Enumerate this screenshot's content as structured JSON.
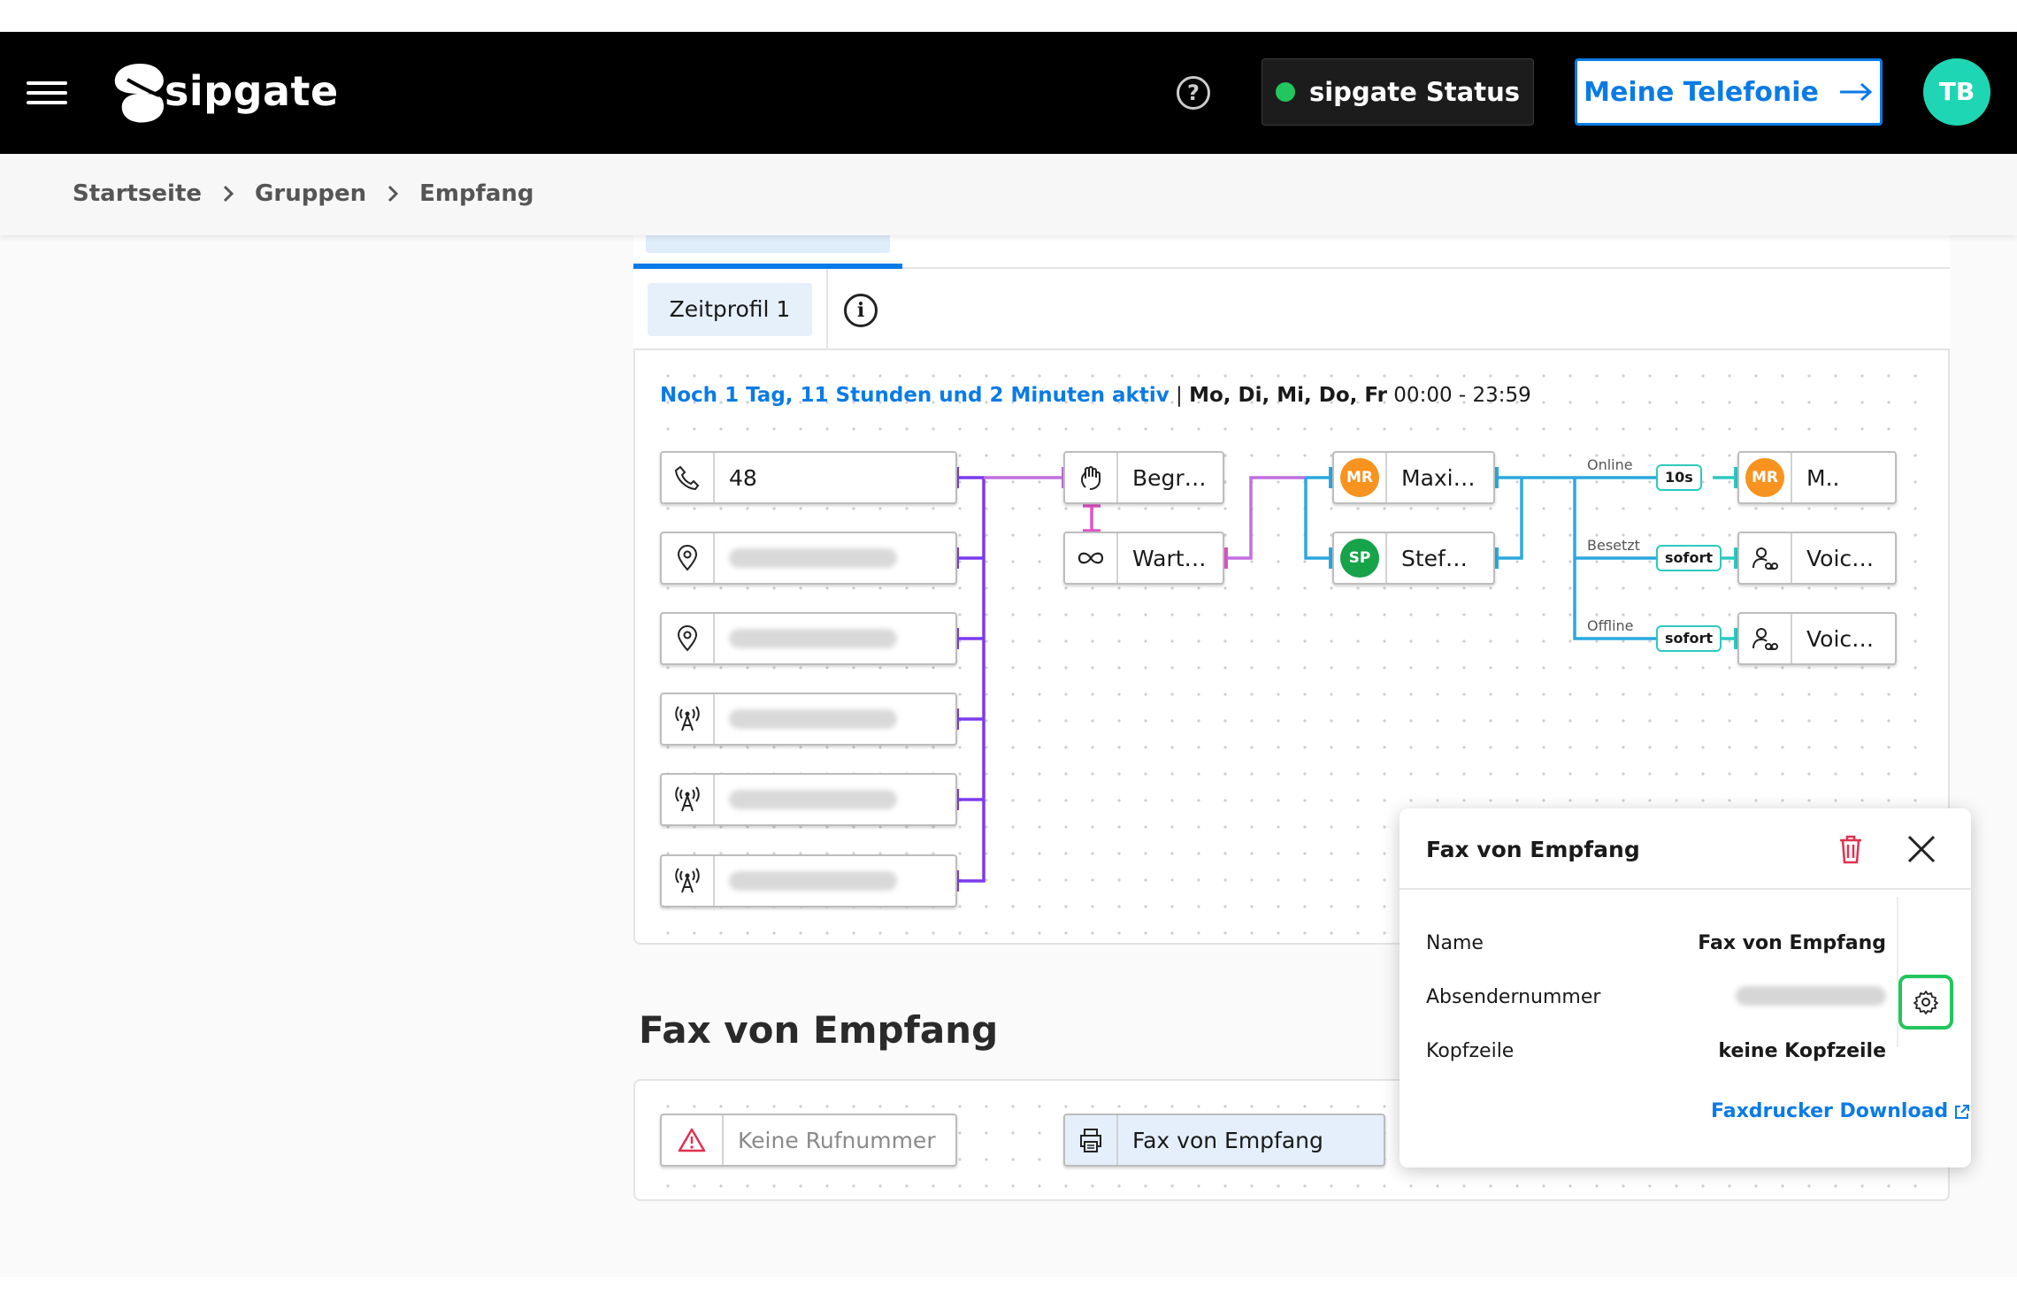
{
  "header": {
    "brand": "sipgate",
    "status_label": "sipgate Status",
    "telefonie_label": "Meine Telefonie",
    "user_initials": "TB",
    "help_glyph": "?"
  },
  "breadcrumb": [
    "Startseite",
    "Gruppen",
    "Empfang"
  ],
  "routing": {
    "profile_label": "Zeitprofil 1",
    "active_remaining": "Noch 1 Tag, 11 Stunden und 2 Minuten aktiv",
    "separator": "|",
    "days": "Mo, Di, Mi, Do, Fr",
    "hours": "00:00 - 23:59",
    "numbers": [
      {
        "label": "48",
        "icon": "phone-icon"
      },
      {
        "label": "",
        "icon": "location-pin-icon"
      },
      {
        "label": "",
        "icon": "location-pin-icon"
      },
      {
        "label": "",
        "icon": "antenna-icon"
      },
      {
        "label": "",
        "icon": "antenna-icon"
      },
      {
        "label": "",
        "icon": "antenna-icon"
      }
    ],
    "greeting_label": "Begr…",
    "waiting_label": "Wart…",
    "members": [
      {
        "initials": "MR",
        "label": "Maxi…",
        "color": "#f7931e"
      },
      {
        "initials": "SP",
        "label": "Stef…",
        "color": "#16a34a"
      }
    ],
    "forward_targets": [
      {
        "condition": "Online",
        "delay": "10s",
        "initials": "MR",
        "label": "M.."
      },
      {
        "condition": "Besetzt",
        "delay": "sofort",
        "label": "Voic…"
      },
      {
        "condition": "Offline",
        "delay": "sofort",
        "label": "Voic…"
      }
    ]
  },
  "fax": {
    "heading": "Fax von Empfang",
    "source_label": "Keine Rufnummer",
    "device_label": "Fax von Empfang"
  },
  "popover": {
    "title": "Fax von Empfang",
    "rows": [
      {
        "key": "Name",
        "value": "Fax von Empfang"
      },
      {
        "key": "Absendernummer",
        "value": ""
      },
      {
        "key": "Kopfzeile",
        "value": "keine Kopfzeile"
      }
    ],
    "download_label": "Faxdrucker Download"
  },
  "colors": {
    "accent": "#0a7be6",
    "purple_wire": "#7c3aed",
    "pink_wire": "#e052c6",
    "blue_wire": "#2ba8e0",
    "teal_wire": "#2cc9c0",
    "status_green": "#22c55e"
  }
}
